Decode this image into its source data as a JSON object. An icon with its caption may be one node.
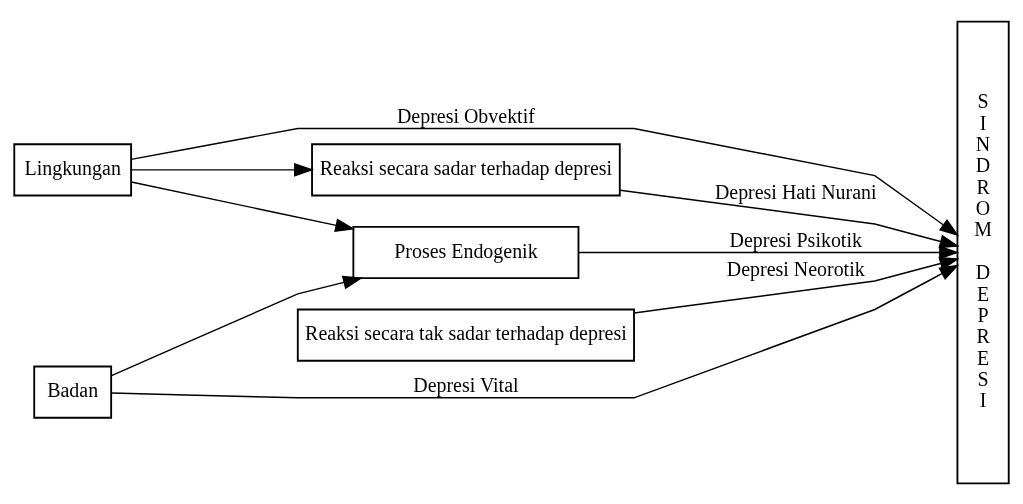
{
  "diagram": {
    "nodes": [
      {
        "text": [
          "Lingkungan"
        ]
      },
      {
        "text": [
          "Reaksi secara sadar terhadap depresi"
        ]
      },
      {
        "text": [
          "Reaksi secara tak sadar terhadap depresi"
        ]
      },
      {
        "text": [
          "Proses Endogenik"
        ]
      },
      {
        "text": [
          "Badan"
        ]
      },
      {
        "text": [
          "SINDROM DEPRESI"
        ]
      }
    ],
    "edges": [
      {
        "from": 0,
        "to": 5,
        "arrow": "to",
        "label": "Depresi Obvektif"
      },
      {
        "from": 0,
        "to": 1,
        "arrow": "to"
      },
      {
        "from": 0,
        "to": 3,
        "arrow": "to"
      },
      {
        "from": 1,
        "to": 5,
        "arrow": "to",
        "label": "Depresi Hati Nurani"
      },
      {
        "from": 2,
        "to": 5,
        "arrow": "to",
        "label": "Depresi Neorotik"
      },
      {
        "from": 3,
        "to": 5,
        "arrow": "to",
        "label": "Depresi Psikotik"
      },
      {
        "from": 4,
        "to": 3,
        "arrow": "to"
      },
      {
        "from": 4,
        "to": 5,
        "arrow": "to",
        "label": "Depresi Vital"
      }
    ]
  }
}
